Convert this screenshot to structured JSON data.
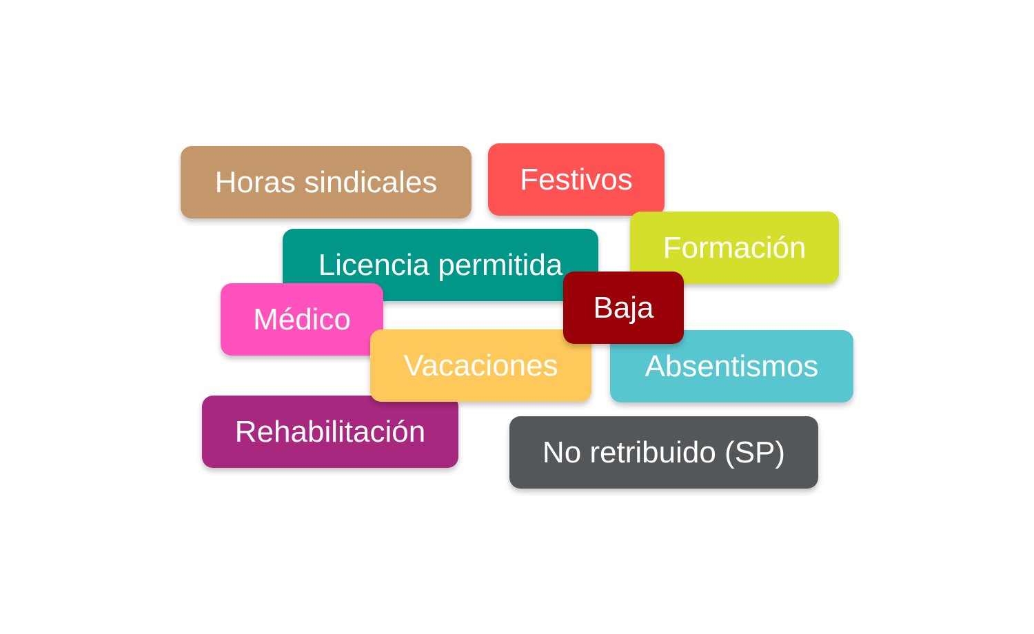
{
  "tags": [
    {
      "key": "horas",
      "label": "Horas sindicales",
      "color": "#c4976a"
    },
    {
      "key": "festivos",
      "label": "Festivos",
      "color": "#ff5252"
    },
    {
      "key": "licencia",
      "label": "Licencia permitida",
      "color": "#009688"
    },
    {
      "key": "formacion",
      "label": "Formación",
      "color": "#d4df2b"
    },
    {
      "key": "medico",
      "label": "Médico",
      "color": "#ff52bd"
    },
    {
      "key": "vacaciones",
      "label": "Vacaciones",
      "color": "#ffc85a"
    },
    {
      "key": "baja",
      "label": "Baja",
      "color": "#9a0007"
    },
    {
      "key": "absentismos",
      "label": "Absentismos",
      "color": "#58c6cf"
    },
    {
      "key": "rehab",
      "label": "Rehabilitación",
      "color": "#a8287f"
    },
    {
      "key": "noretrib",
      "label": "No retribuido (SP)",
      "color": "#53575a"
    }
  ]
}
